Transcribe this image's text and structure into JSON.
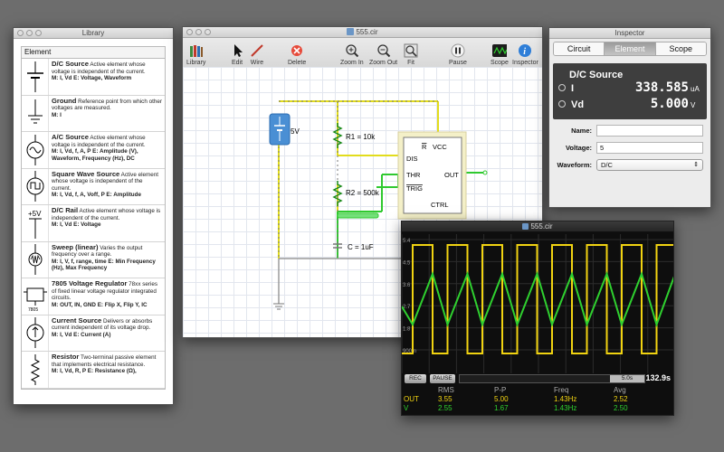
{
  "library": {
    "title": "Library",
    "column_header": "Element",
    "items": [
      {
        "name": "D/C Source",
        "desc": "Active element whose voltage is independent of the current.",
        "meta": "M: I, Vd E: Voltage, Waveform",
        "icon": "dc-source-icon"
      },
      {
        "name": "Ground",
        "desc": "Reference point from which other voltages are measured.",
        "meta": "M: I",
        "icon": "ground-icon"
      },
      {
        "name": "A/C Source",
        "desc": "Active element whose voltage is independent of the current.",
        "meta": "M: I, Vd, f, A, P E: Amplitude (V), Waveform, Frequency (Hz), DC",
        "icon": "ac-source-icon"
      },
      {
        "name": "Square Wave Source",
        "desc": "Active element whose voltage is independent of the current.",
        "meta": "M: I, Vd, f, A, Voff, P E: Amplitude",
        "icon": "square-wave-icon"
      },
      {
        "name": "D/C Rail",
        "desc": "Active element whose voltage is independent of the current.",
        "meta": "M: I, Vd E: Voltage",
        "icon": "dc-rail-icon",
        "icon_label": "+5V"
      },
      {
        "name": "Sweep (linear)",
        "desc": "Varies the output frequency over a range.",
        "meta": "M: I, V, f, range, time E: Min Frequency (Hz), Max Frequency",
        "icon": "sweep-icon"
      },
      {
        "name": "7805 Voltage Regulator",
        "desc": "78xx series of fixed linear voltage regulator integrated circuits.",
        "meta": "M: OUT, IN, GND E: Flip X, Flip Y, IC",
        "icon": "regulator-icon",
        "icon_label": "7805"
      },
      {
        "name": "Current Source",
        "desc": "Delivers or absorbs current independent of its voltage drop.",
        "meta": "M: I, Vd E: Current (A)",
        "icon": "current-source-icon"
      },
      {
        "name": "Resistor",
        "desc": "Two-terminal passive element that implements electrical resistance.",
        "meta": "M: I, Vd, R, P E: Resistance (Ω),",
        "icon": "resistor-icon"
      }
    ]
  },
  "circuit": {
    "title": "555.cir",
    "toolbar": [
      {
        "label": "Library",
        "icon": "library-icon"
      },
      {
        "label": "Edit",
        "icon": "cursor-icon"
      },
      {
        "label": "Wire",
        "icon": "wire-icon"
      },
      {
        "label": "Delete",
        "icon": "delete-icon"
      },
      {
        "label": "Zoom In",
        "icon": "zoom-in-icon"
      },
      {
        "label": "Zoom Out",
        "icon": "zoom-out-icon"
      },
      {
        "label": "Fit",
        "icon": "fit-icon"
      },
      {
        "label": "Pause",
        "icon": "pause-icon"
      },
      {
        "label": "Scope",
        "icon": "scope-icon"
      },
      {
        "label": "Inspector",
        "icon": "info-icon"
      }
    ],
    "components": {
      "source_label": "5V",
      "r1": "R1 = 10k",
      "r2": "R2 = 500k",
      "cap": "C = 1uF",
      "ic_pins": {
        "reset": "R",
        "vcc": "VCC",
        "dis": "DIS",
        "thr": "THR",
        "out": "OUT",
        "trig": "TRIG",
        "ctrl": "CTRL"
      }
    }
  },
  "inspector": {
    "title": "Inspector",
    "tabs": [
      "Circuit",
      "Element",
      "Scope"
    ],
    "active_tab": "Element",
    "readout": {
      "title": "D/C Source",
      "rows": [
        {
          "label": "I",
          "value": "338.585",
          "unit": "uA"
        },
        {
          "label": "Vd",
          "value": "5.000",
          "unit": "V"
        }
      ]
    },
    "fields": {
      "name_label": "Name:",
      "name_value": "",
      "voltage_label": "Voltage:",
      "voltage_value": "5",
      "waveform_label": "Waveform:",
      "waveform_value": "D/C"
    }
  },
  "scope": {
    "title": "555.cir",
    "y_ticks": [
      "5.4",
      "4.5",
      "3.6",
      "2.7",
      "1.8",
      "900m"
    ],
    "rec_label": "REC",
    "pause_label": "PAUSE",
    "timebase": "5.0s",
    "elapsed": "132.9s",
    "headers": [
      "",
      "RMS",
      "P-P",
      "Freq",
      "Avg"
    ],
    "rows": [
      {
        "name": "OUT",
        "rms": "3.55",
        "pp": "5.00",
        "freq": "1.43Hz",
        "avg": "2.52",
        "color": "#f1d311"
      },
      {
        "name": "V",
        "rms": "2.55",
        "pp": "1.67",
        "freq": "1.43Hz",
        "avg": "2.50",
        "color": "#2fd02f"
      }
    ],
    "colors": {
      "out": "#f1d311",
      "v": "#2fd02f"
    }
  }
}
